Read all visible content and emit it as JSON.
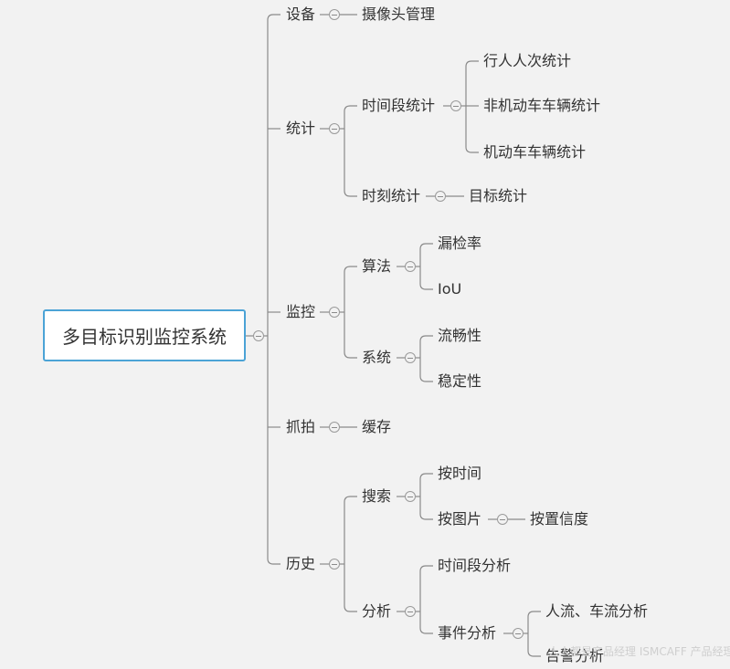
{
  "root": {
    "label": "多目标识别监控系统"
  },
  "nodes": {
    "device": "设备",
    "camera_mgmt": "摄像头管理",
    "stats": "统计",
    "period_stats": "时间段统计",
    "pedestrian_count": "行人人次统计",
    "non_motor_count": "非机动车车辆统计",
    "motor_count": "机动车车辆统计",
    "moment_stats": "时刻统计",
    "target_stats": "目标统计",
    "monitor": "监控",
    "algorithm": "算法",
    "miss_rate": "漏检率",
    "iou": "IoU",
    "system": "系统",
    "fluency": "流畅性",
    "stability": "稳定性",
    "capture": "抓拍",
    "cache": "缓存",
    "history": "历史",
    "search": "搜索",
    "by_time": "按时间",
    "by_image": "按图片",
    "by_confidence": "按置信度",
    "analysis": "分析",
    "period_analysis": "时间段分析",
    "event_analysis": "事件分析",
    "flow_analysis": "人流、车流分析",
    "alarm_analysis": "告警分析"
  },
  "watermark": "人人都是产品经理 ISMCAFF 产品经理社区"
}
